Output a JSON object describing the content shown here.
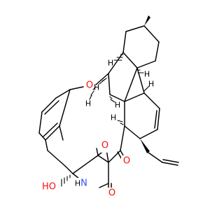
{
  "colors": {
    "background": "#ffffff",
    "bond": "#000000",
    "oxygen": "#ff0d0d",
    "nitrogen": "#3050f8",
    "carbon_label": "#000000"
  },
  "atoms": {
    "o_ether": "O",
    "o_epoxide": "O",
    "o_ketone": "O",
    "o_lactam": "O",
    "hydroxyl_o": "O",
    "hydroxyl_h": "H",
    "hydroxyl_prefix": "HO",
    "n_amide": "N",
    "n_h": "H"
  },
  "stereo_h": {
    "h1": "H",
    "h2": "H",
    "h3": "H",
    "h4": "H",
    "h5": "H",
    "h6": "H",
    "h7": "H"
  }
}
